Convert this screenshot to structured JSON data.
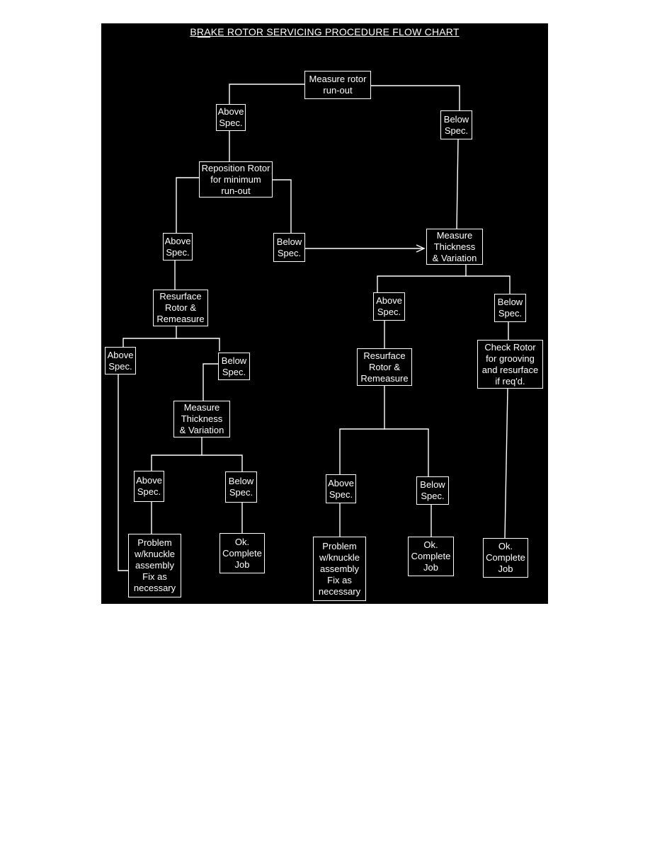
{
  "title": "BRAKE ROTOR SERVICING PROCEDURE FLOW CHART",
  "colors": {
    "background": "#000000",
    "foreground": "#ffffff",
    "page": "#ffffff"
  },
  "nodes": {
    "measure_runout": "Measure rotor\nrun-out",
    "above_1": "Above\nSpec.",
    "below_1": "Below\nSpec.",
    "reposition": "Reposition Rotor\nfor minimum\nrun-out",
    "above_2": "Above\nSpec.",
    "below_2": "Below\nSpec.",
    "measure_thickness_r": "Measure\nThickness\n& Variation",
    "resurface_l": "Resurface\nRotor &\nRemeasure",
    "above_3": "Above\nSpec.",
    "below_3": "Below\nSpec.",
    "above_r": "Above\nSpec.",
    "below_r": "Below\nSpec.",
    "resurface_r": "Resurface\nRotor &\nRemeasure",
    "check_rotor": "Check Rotor\nfor grooving\nand resurface\nif req'd.",
    "measure_thickness_l": "Measure\nThickness\n& Variation",
    "above_4": "Above\nSpec.",
    "below_4": "Below\nSpec.",
    "above_5": "Above\nSpec.",
    "below_5": "Below\nSpec.",
    "problem_l": "Problem\nw/knuckle\nassembly\nFix as\nnecessary",
    "ok_l": "Ok.\nComplete\nJob",
    "problem_r": "Problem\nw/knuckle\nassembly\nFix as\nnecessary",
    "ok_m": "Ok.\nComplete\nJob",
    "ok_r": "Ok.\nComplete\nJob"
  }
}
